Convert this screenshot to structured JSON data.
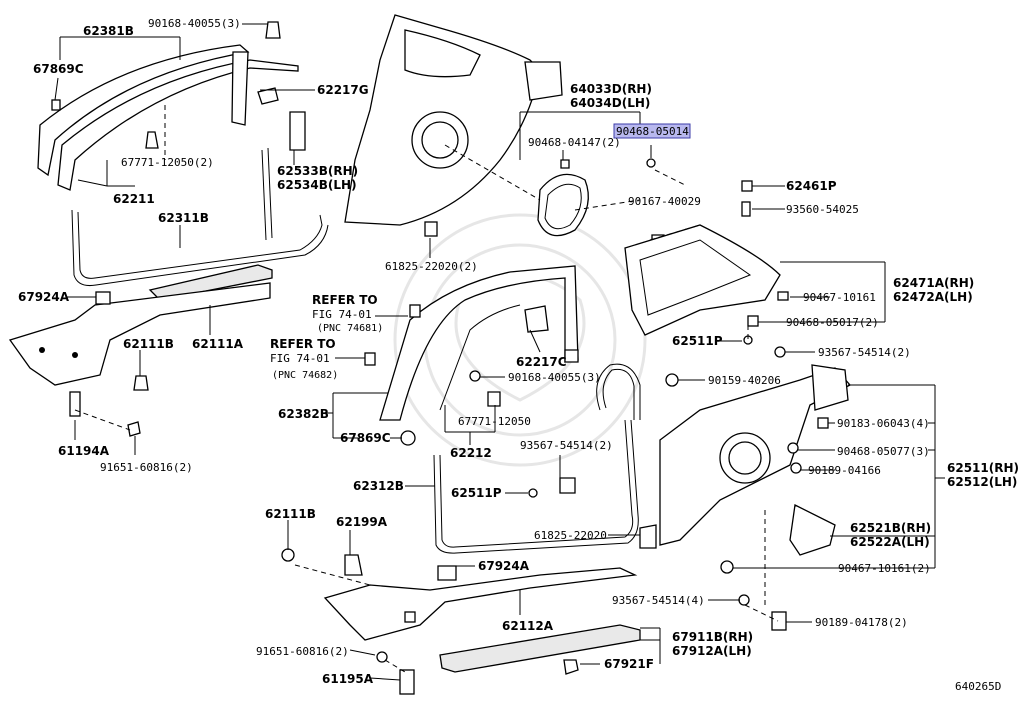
{
  "diagram_code": "640265D",
  "highlighted_part": "90468-05014",
  "labels": {
    "l62381B": "62381B",
    "l90168_40055_3_top": "90168-40055(3)",
    "l67869C_top": "67869C",
    "l62217G": "62217G",
    "l67771_12050_2": "67771-12050(2)",
    "l62533B": "62533B(RH)",
    "l62534B": "62534B(LH)",
    "l62211": "62211",
    "l62311B": "62311B",
    "l67924A_left": "67924A",
    "l62111A": "62111A",
    "l62111B_left": "62111B",
    "l61194A": "61194A",
    "l91651_60816_2_left": "91651-60816(2)",
    "l64033D": "64033D(RH)",
    "l64034D": "64034D(LH)",
    "l90468_04147_2": "90468-04147(2)",
    "l90468_05014": "90468-05014",
    "l90167_40029": "90167-40029",
    "l61825_22020_2": "61825-22020(2)",
    "l62461P": "62461P",
    "l93560_54025": "93560-54025",
    "l62471A": "62471A(RH)",
    "l62472A": "62472A(LH)",
    "l90467_10161": "90467-10161",
    "l90468_05017_2": "90468-05017(2)",
    "l62511P_top": "62511P",
    "l93567_54514_2_top": "93567-54514(2)",
    "l90159_40206": "90159-40206",
    "refer1_a": "REFER TO",
    "refer1_b": "FIG 74-01",
    "refer1_c": "(PNC 74681)",
    "refer2_a": "REFER TO",
    "refer2_b": "FIG 74-01",
    "refer2_c": "(PNC 74682)",
    "l62217C": "62217C",
    "l90168_40055_3_mid": "90168-40055(3)",
    "l62382B": "62382B",
    "l67869C_mid": "67869C",
    "l67771_12050": "67771-12050",
    "l62212": "62212",
    "l93567_54514_2_mid": "93567-54514(2)",
    "l62312B": "62312B",
    "l62511P_mid": "62511P",
    "l90183_06043_4": "90183-06043(4)",
    "l90468_05077_3": "90468-05077(3)",
    "l90189_04166": "90189-04166",
    "l62511H": "62511(RH)",
    "l62512H": "62512(LH)",
    "l61825_22020": "61825-22020",
    "l62521B": "62521B(RH)",
    "l62522A": "62522A(LH)",
    "l90467_10161_2": "90467-10161(2)",
    "l62111B_bot": "62111B",
    "l62199A": "62199A",
    "l67924A_bot": "67924A",
    "l62112A": "62112A",
    "l93567_54514_4": "93567-54514(4)",
    "l90189_04178_2": "90189-04178(2)",
    "l91651_60816_2_bot": "91651-60816(2)",
    "l67911B": "67911B(RH)",
    "l67912A": "67912A(LH)",
    "l61195A": "61195A",
    "l67921F": "67921F"
  }
}
